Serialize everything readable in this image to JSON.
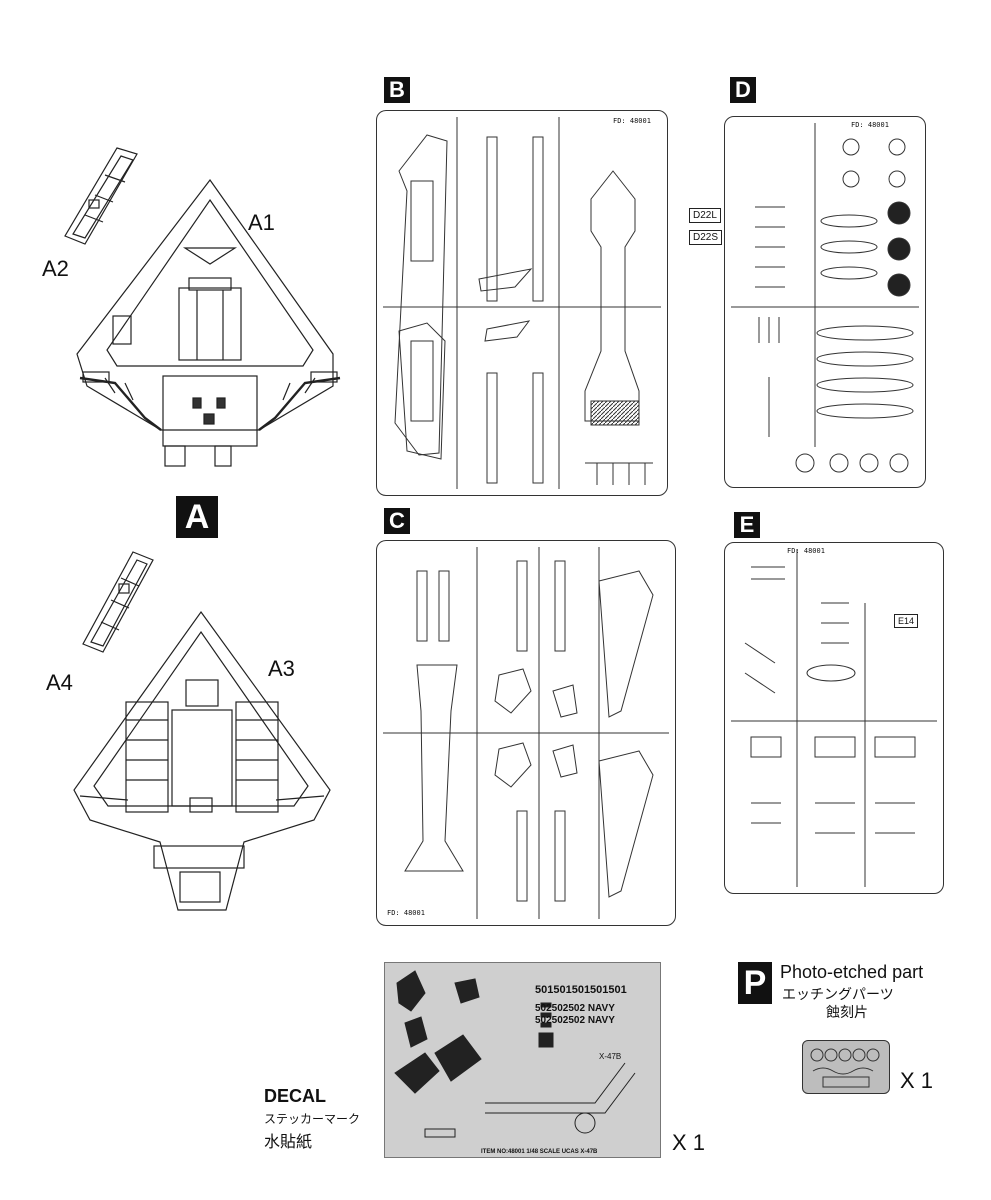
{
  "sprue_a": {
    "badge": "A",
    "parts": {
      "a1": "A1",
      "a2": "A2",
      "a3": "A3",
      "a4": "A4"
    }
  },
  "sprue_b": {
    "badge": "B",
    "code": "FD: 48001"
  },
  "sprue_c": {
    "badge": "C",
    "code": "FD: 48001"
  },
  "sprue_d": {
    "badge": "D",
    "code": "FD: 48001",
    "callout_1": "D22L",
    "callout_2": "D22S"
  },
  "sprue_e": {
    "badge": "E",
    "code": "FD: 48001",
    "callout": "E14"
  },
  "decal": {
    "title": "DECAL",
    "subtitle_jp": "ステッカーマーク",
    "subtitle_cn": "水貼紙",
    "quantity": "X 1",
    "sheet_codes": [
      "501501501501501",
      "502502502 NAVY",
      "502502502 NAVY",
      "X-47B"
    ],
    "footer": "ITEM NO:48001   1/48  SCALE  UCAS X-47B"
  },
  "photo_etch": {
    "badge": "P",
    "title_en": "Photo-etched part",
    "title_jp": "エッチングパーツ",
    "title_cn": "蝕刻片",
    "quantity": "X 1"
  },
  "colors": {
    "ink": "#111111",
    "line": "#333333",
    "paper": "#ffffff"
  }
}
